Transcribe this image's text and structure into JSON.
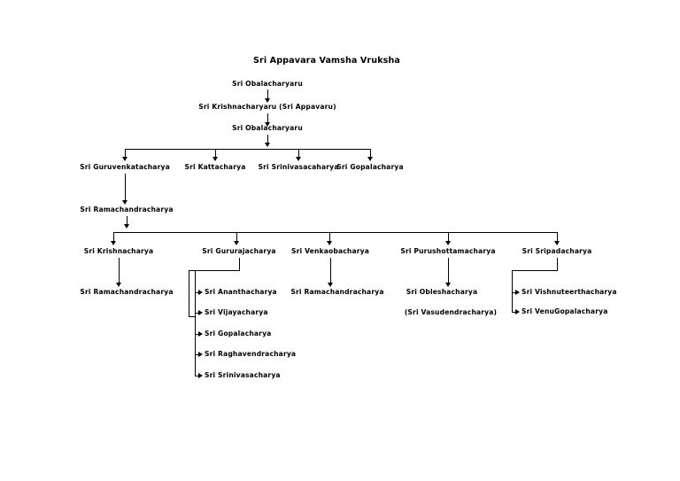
{
  "title": "Sri Appavara Vamsha Vruksha",
  "diagram": {
    "type": "family-tree",
    "orientation": "top-down",
    "line_color": "#000000",
    "background_color": "#ffffff",
    "text_color": "#000000"
  },
  "generations": {
    "g1": {
      "name": "Sri Obalacharyaru"
    },
    "g2": {
      "name": "Sri Krishnacharyaru (Sri Appavaru)"
    },
    "g3": {
      "name": "Sri Obalacharyaru"
    },
    "g4": [
      {
        "name": "Sri Guruvenkatacharya"
      },
      {
        "name": "Sri Kattacharya"
      },
      {
        "name": "Sri Srinivasacaharya"
      },
      {
        "name": "Sri Gopalacharya"
      }
    ],
    "g5": {
      "name": "Sri Ramachandracharya"
    },
    "g6": [
      {
        "name": "Sri Krishnacharya"
      },
      {
        "name": "Sri Gururajacharya"
      },
      {
        "name": "Sri Venkaobacharya"
      },
      {
        "name": "Sri Purushottamacharya"
      },
      {
        "name": "Sri Sripadacharya"
      }
    ],
    "g7": {
      "krishnacharya_children": [
        {
          "name": "Sri Ramachandracharya"
        }
      ],
      "gururajacharya_children": [
        {
          "name": "Sri Ananthacharya"
        },
        {
          "name": "Sri Vijayacharya"
        },
        {
          "name": "Sri Gopalacharya"
        },
        {
          "name": "Sri Raghavendracharya"
        },
        {
          "name": "Sri Srinivasacharya"
        }
      ],
      "venkaobacharya_children": [
        {
          "name": "Sri Ramachandracharya"
        }
      ],
      "purushottamacharya_children": [
        {
          "name": "Sri Obleshacharya"
        },
        {
          "name": "(Sri Vasudendracharya)"
        }
      ],
      "sripadacharya_children": [
        {
          "name": "Sri Vishnuteerthacharya"
        },
        {
          "name": "Sri VenuGopalacharya"
        }
      ]
    }
  }
}
